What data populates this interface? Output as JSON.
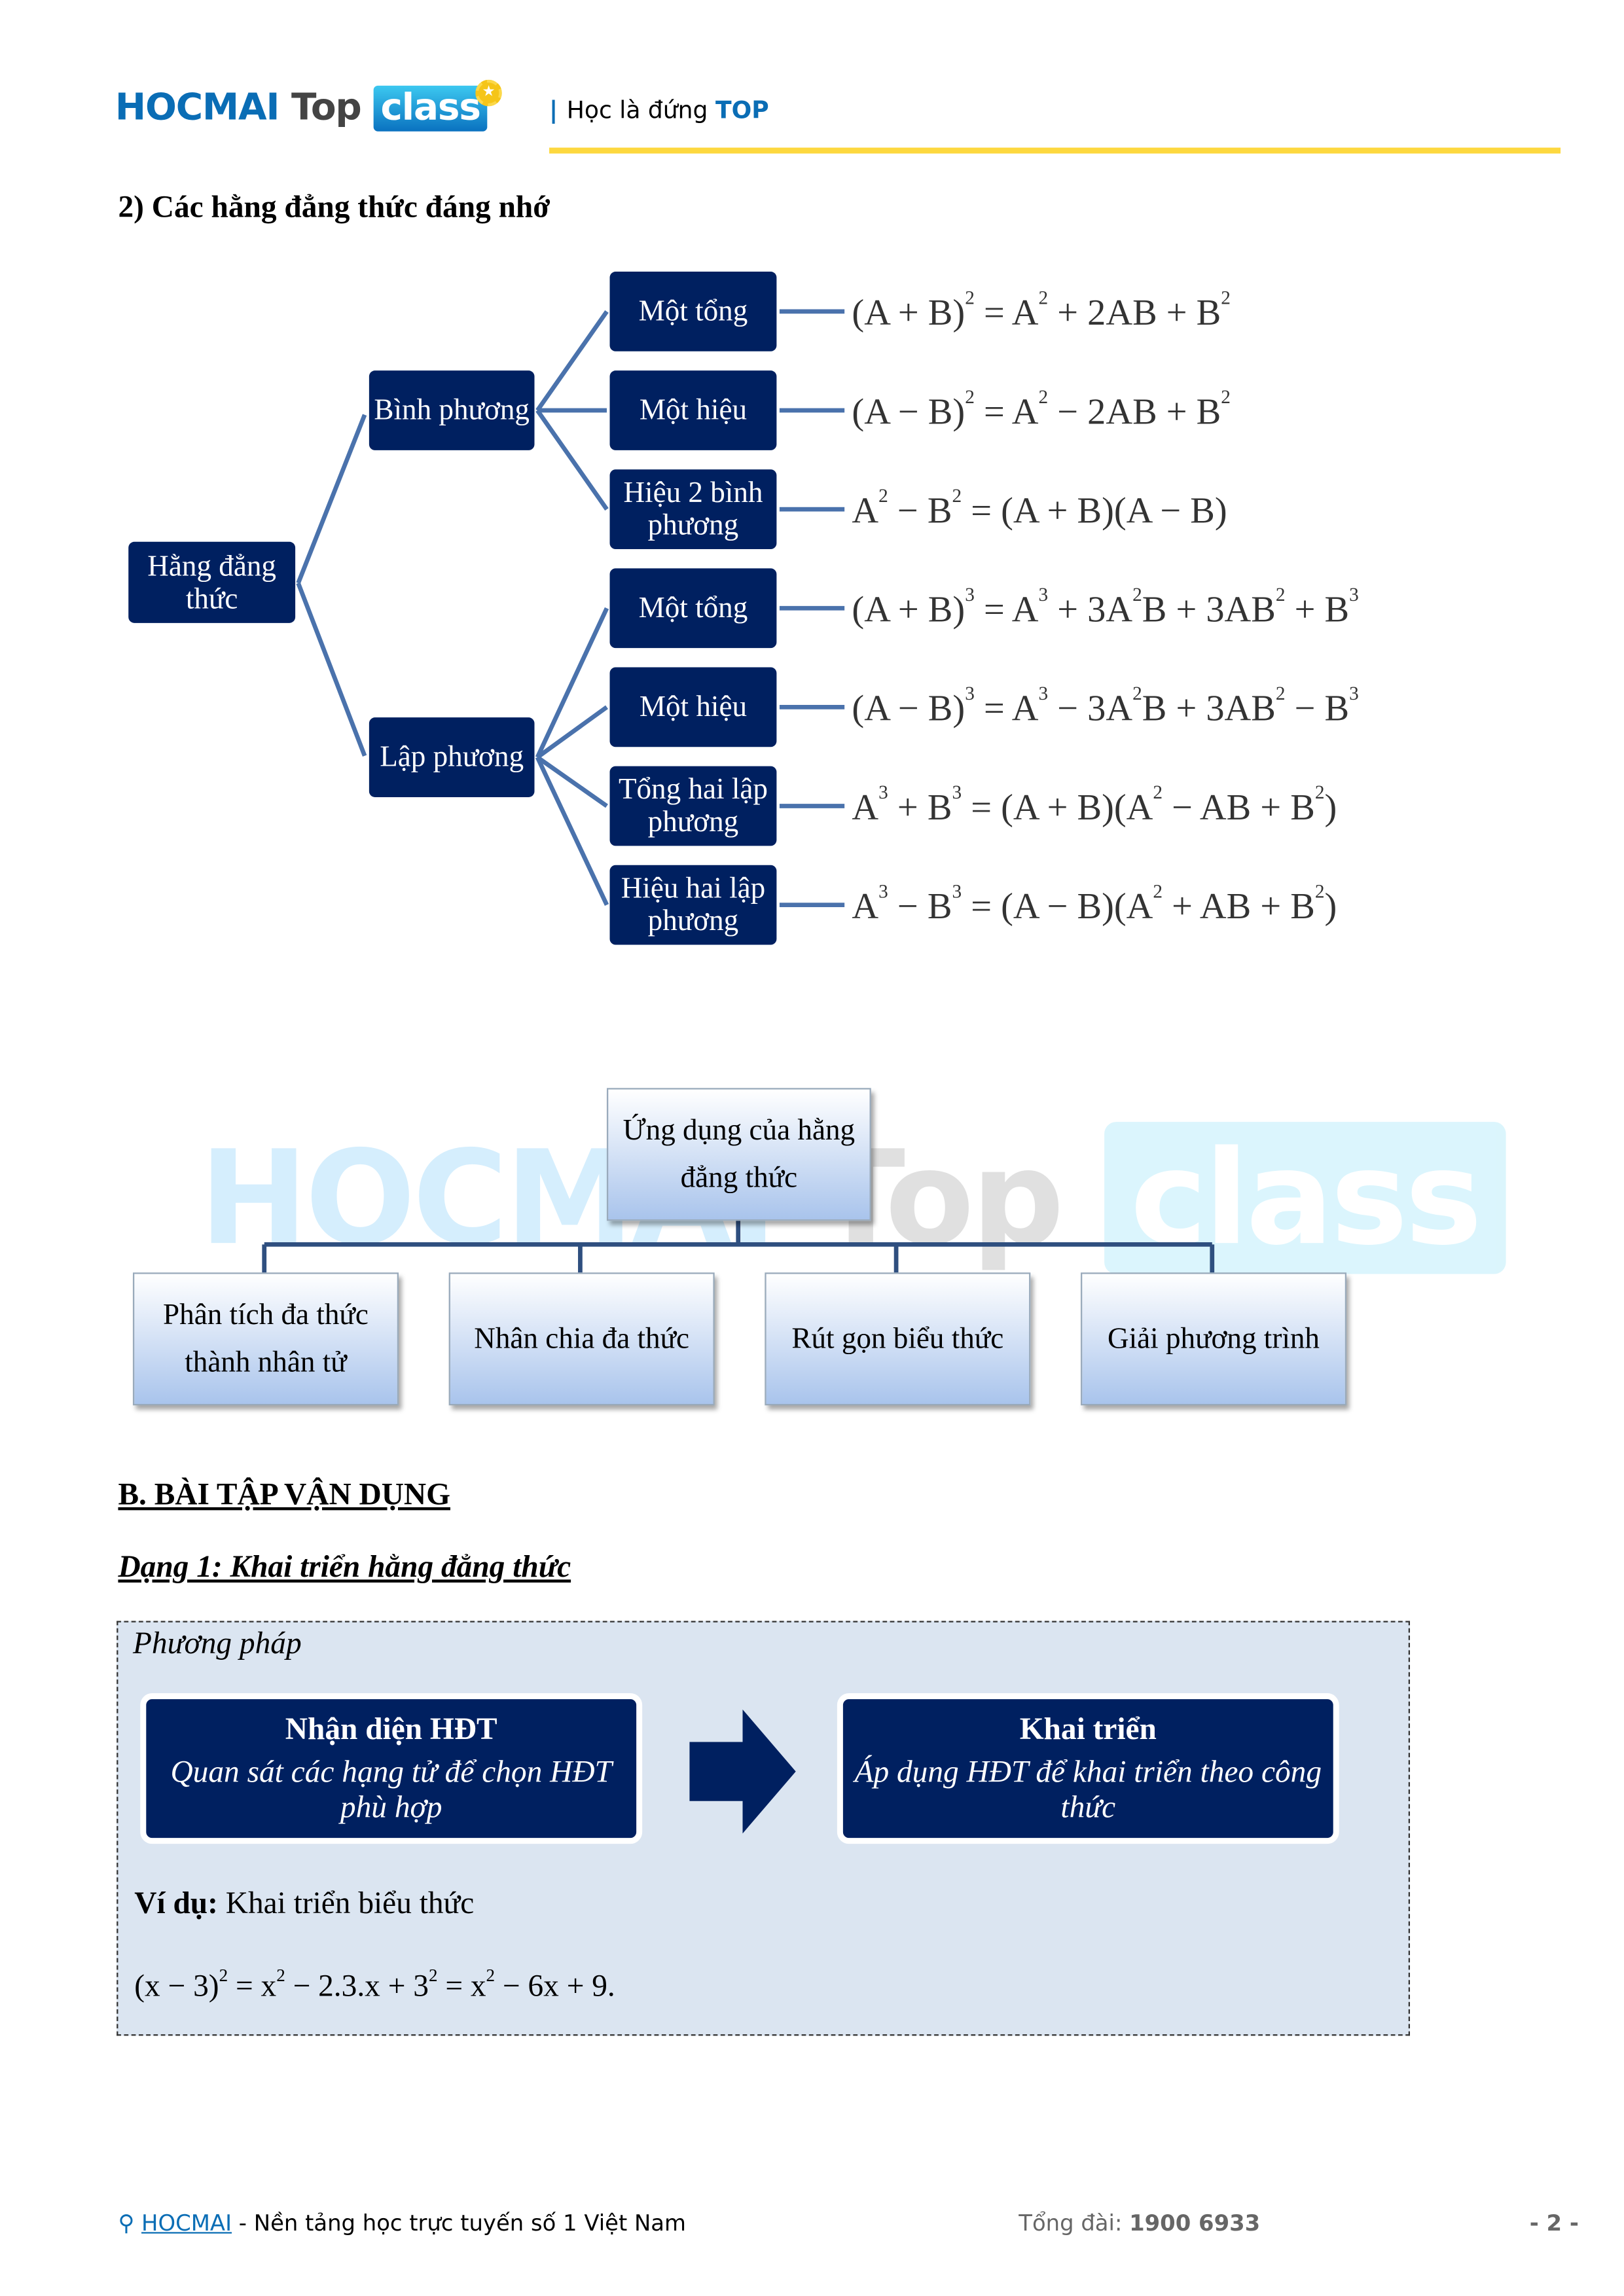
{
  "header": {
    "logo_hocmai": "HOCMAI",
    "logo_top": "Top",
    "logo_class": "class",
    "tagline_prefix": "Học là đứng",
    "tagline_top": "TOP"
  },
  "section_title": "2) Các hằng đẳng thức đáng nhớ",
  "tree": {
    "root": "Hằng đẳng thức",
    "groups": [
      {
        "label": "Bình phương"
      },
      {
        "label": "Lập phương"
      }
    ],
    "leaves": [
      {
        "label": "Một tổng",
        "formula": [
          "(A + B)",
          "2",
          " = A",
          "2",
          " + 2AB + B",
          "2"
        ]
      },
      {
        "label": "Một hiệu",
        "formula": [
          "(A − B)",
          "2",
          " = A",
          "2",
          " − 2AB + B",
          "2"
        ]
      },
      {
        "label": "Hiệu 2 bình phương",
        "formula": [
          "A",
          "2",
          " − B",
          "2",
          " = (A + B)(A − B)",
          ""
        ]
      },
      {
        "label": "Một tổng",
        "formula": [
          "(A + B)",
          "3",
          " = A",
          "3",
          " + 3A",
          "2",
          "B + 3AB",
          "2",
          " + B",
          "3"
        ]
      },
      {
        "label": "Một hiệu",
        "formula": [
          "(A − B)",
          "3",
          " = A",
          "3",
          " − 3A",
          "2",
          "B + 3AB",
          "2",
          " − B",
          "3"
        ]
      },
      {
        "label": "Tổng hai lập phương",
        "formula": [
          "A",
          "3",
          " + B",
          "3",
          " = (A + B)(A",
          "2",
          " − AB + B",
          "2",
          ")",
          ""
        ]
      },
      {
        "label": "Hiệu hai lập phương",
        "formula": [
          "A",
          "3",
          " − B",
          "3",
          " = (A − B)(A",
          "2",
          " + AB + B",
          "2",
          ")",
          ""
        ]
      }
    ]
  },
  "applications": {
    "root": "Ứng dụng của hằng đẳng thức",
    "items": [
      "Phân tích đa thức thành nhân tử",
      "Nhân chia đa thức",
      "Rút gọn biểu thức",
      "Giải phương trình"
    ]
  },
  "part_b": "B. BÀI TẬP VẬN DỤNG",
  "dang1": "Dạng 1: Khai triển hằng đẳng thức",
  "method": {
    "label": "Phương pháp",
    "step1_title": "Nhận diện HĐT",
    "step1_desc": "Quan sát các hạng tử để chọn HĐT phù hợp",
    "step2_title": "Khai triển",
    "step2_desc": "Áp dụng HĐT để khai triển theo công thức",
    "example_label": "Ví dụ:",
    "example_text": "Khai triển biểu thức",
    "example_eq": [
      "(x − 3)",
      "2",
      " = x",
      "2",
      " − 2.3.x + 3",
      "2",
      " = x",
      "2",
      " − 6x + 9.",
      ""
    ]
  },
  "footer": {
    "brand": "HOCMAI",
    "slogan": " - Nền tảng học trực tuyến số 1 Việt Nam",
    "hotline_label": "Tổng đài: ",
    "hotline": "1900 6933",
    "page": "- 2 -"
  },
  "colors": {
    "navy": "#002060",
    "line": "#4a72ac",
    "accent": "#fdd83f",
    "brand": "#0a6db5"
  }
}
